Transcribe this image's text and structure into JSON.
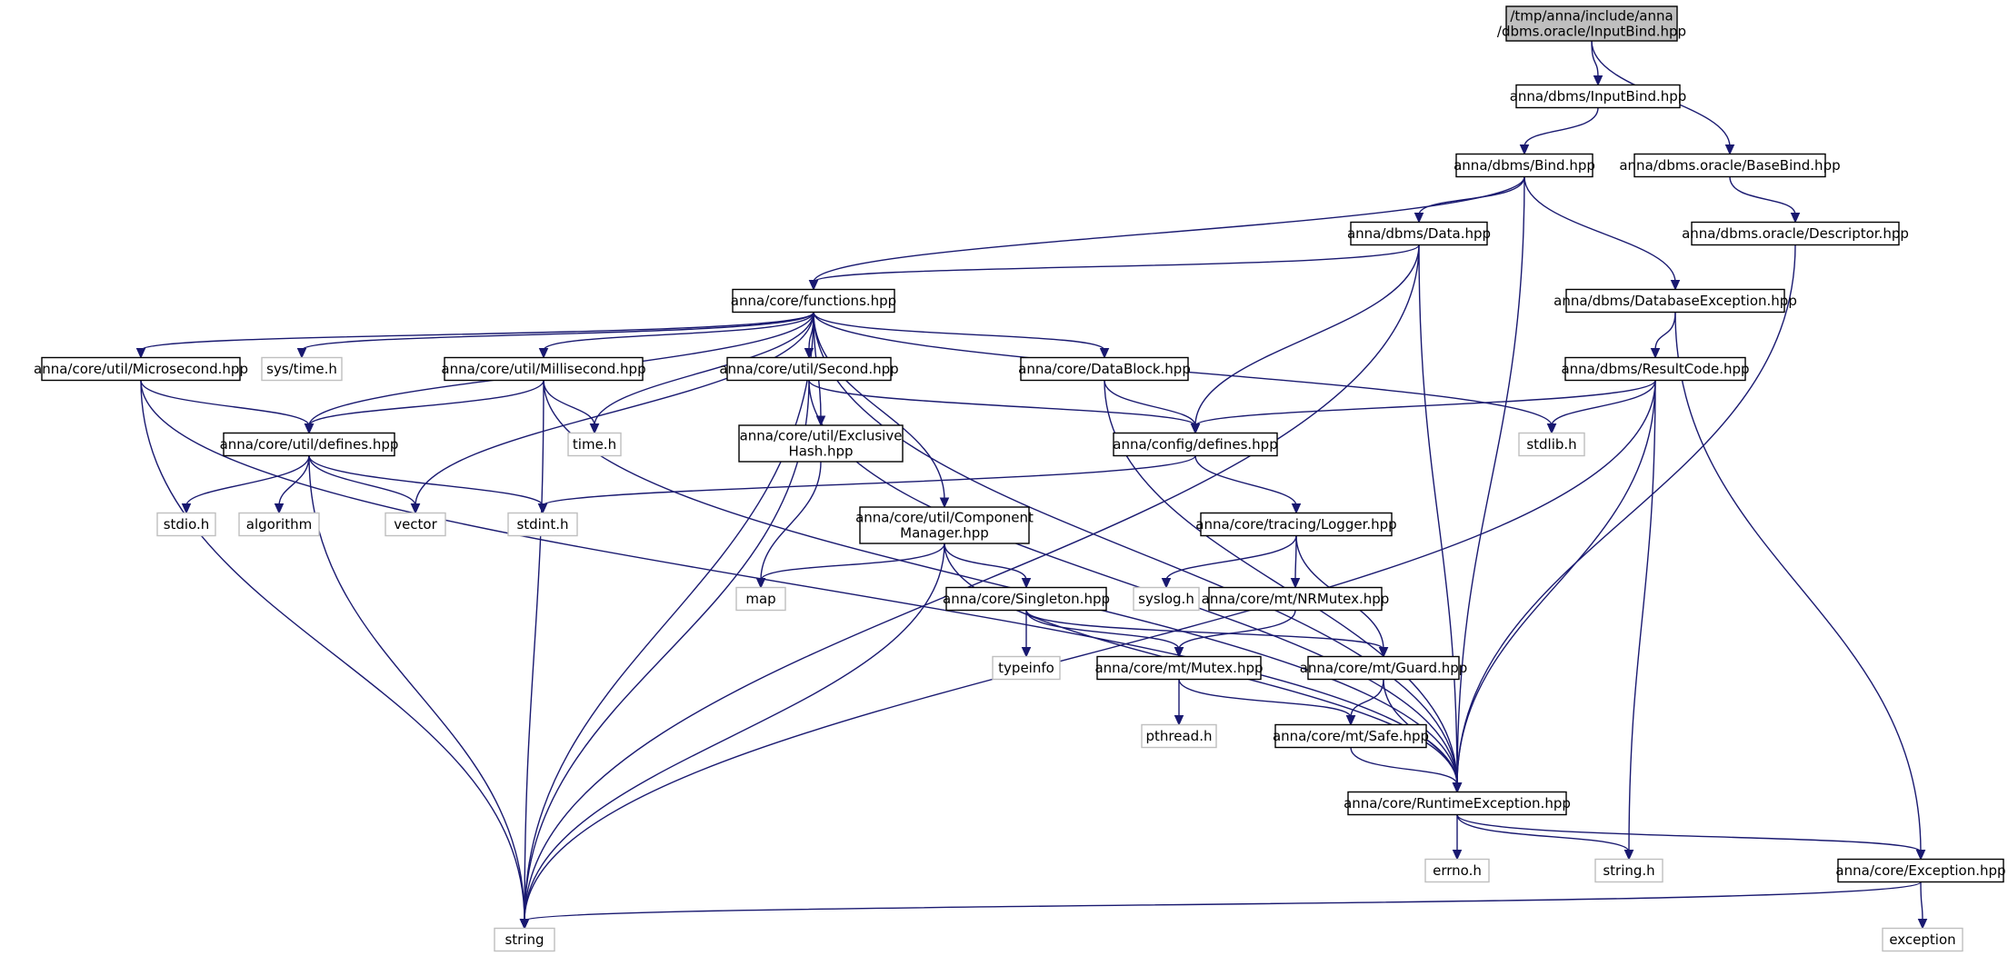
{
  "diagram": {
    "nodes": [
      {
        "id": "root",
        "label": "/tmp/anna/include/anna\n/dbms.oracle/InputBind.hpp",
        "kind": "root"
      },
      {
        "id": "dbms_inputbind",
        "label": "anna/dbms/InputBind.hpp",
        "kind": "file"
      },
      {
        "id": "dbms_bind",
        "label": "anna/dbms/Bind.hpp",
        "kind": "file"
      },
      {
        "id": "oracle_basebind",
        "label": "anna/dbms.oracle/BaseBind.hpp",
        "kind": "file"
      },
      {
        "id": "dbms_data",
        "label": "anna/dbms/Data.hpp",
        "kind": "file"
      },
      {
        "id": "oracle_descriptor",
        "label": "anna/dbms.oracle/Descriptor.hpp",
        "kind": "file"
      },
      {
        "id": "core_functions",
        "label": "anna/core/functions.hpp",
        "kind": "file"
      },
      {
        "id": "dbms_dbexception",
        "label": "anna/dbms/DatabaseException.hpp",
        "kind": "file"
      },
      {
        "id": "util_micro",
        "label": "anna/core/util/Microsecond.hpp",
        "kind": "file"
      },
      {
        "id": "sys_time",
        "label": "sys/time.h",
        "kind": "system"
      },
      {
        "id": "util_milli",
        "label": "anna/core/util/Millisecond.hpp",
        "kind": "file"
      },
      {
        "id": "util_second",
        "label": "anna/core/util/Second.hpp",
        "kind": "file"
      },
      {
        "id": "core_datablock",
        "label": "anna/core/DataBlock.hpp",
        "kind": "file"
      },
      {
        "id": "dbms_resultcode",
        "label": "anna/dbms/ResultCode.hpp",
        "kind": "file"
      },
      {
        "id": "util_defines",
        "label": "anna/core/util/defines.hpp",
        "kind": "file"
      },
      {
        "id": "time_h",
        "label": "time.h",
        "kind": "system"
      },
      {
        "id": "util_exhash",
        "label": "anna/core/util/Exclusive\nHash.hpp",
        "kind": "file"
      },
      {
        "id": "config_defines",
        "label": "anna/config/defines.hpp",
        "kind": "file"
      },
      {
        "id": "stdlib_h",
        "label": "stdlib.h",
        "kind": "system"
      },
      {
        "id": "stdio_h",
        "label": "stdio.h",
        "kind": "system"
      },
      {
        "id": "algorithm",
        "label": "algorithm",
        "kind": "system"
      },
      {
        "id": "vector",
        "label": "vector",
        "kind": "system"
      },
      {
        "id": "stdint_h",
        "label": "stdint.h",
        "kind": "system"
      },
      {
        "id": "util_compmgr",
        "label": "anna/core/util/Component\nManager.hpp",
        "kind": "file"
      },
      {
        "id": "tracing_logger",
        "label": "anna/core/tracing/Logger.hpp",
        "kind": "file"
      },
      {
        "id": "map",
        "label": "map",
        "kind": "system"
      },
      {
        "id": "core_singleton",
        "label": "anna/core/Singleton.hpp",
        "kind": "file"
      },
      {
        "id": "syslog_h",
        "label": "syslog.h",
        "kind": "system"
      },
      {
        "id": "mt_nrmutex",
        "label": "anna/core/mt/NRMutex.hpp",
        "kind": "file"
      },
      {
        "id": "typeinfo",
        "label": "typeinfo",
        "kind": "system"
      },
      {
        "id": "mt_mutex",
        "label": "anna/core/mt/Mutex.hpp",
        "kind": "file"
      },
      {
        "id": "mt_guard",
        "label": "anna/core/mt/Guard.hpp",
        "kind": "file"
      },
      {
        "id": "pthread_h",
        "label": "pthread.h",
        "kind": "system"
      },
      {
        "id": "mt_safe",
        "label": "anna/core/mt/Safe.hpp",
        "kind": "file"
      },
      {
        "id": "core_rtexception",
        "label": "anna/core/RuntimeException.hpp",
        "kind": "file"
      },
      {
        "id": "errno_h",
        "label": "errno.h",
        "kind": "system"
      },
      {
        "id": "string_h",
        "label": "string.h",
        "kind": "system"
      },
      {
        "id": "core_exception",
        "label": "anna/core/Exception.hpp",
        "kind": "file"
      },
      {
        "id": "string",
        "label": "string",
        "kind": "system"
      },
      {
        "id": "exception",
        "label": "exception",
        "kind": "system"
      }
    ],
    "edges": [
      [
        "root",
        "dbms_inputbind"
      ],
      [
        "root",
        "oracle_basebind"
      ],
      [
        "dbms_inputbind",
        "dbms_bind"
      ],
      [
        "dbms_bind",
        "core_functions"
      ],
      [
        "dbms_bind",
        "dbms_data"
      ],
      [
        "dbms_bind",
        "dbms_dbexception"
      ],
      [
        "dbms_bind",
        "core_rtexception"
      ],
      [
        "oracle_basebind",
        "oracle_descriptor"
      ],
      [
        "oracle_descriptor",
        "core_rtexception"
      ],
      [
        "dbms_data",
        "core_functions"
      ],
      [
        "dbms_data",
        "config_defines"
      ],
      [
        "dbms_data",
        "core_rtexception"
      ],
      [
        "dbms_data",
        "string"
      ],
      [
        "core_functions",
        "util_micro"
      ],
      [
        "core_functions",
        "sys_time"
      ],
      [
        "core_functions",
        "util_defines"
      ],
      [
        "core_functions",
        "util_milli"
      ],
      [
        "core_functions",
        "vector"
      ],
      [
        "core_functions",
        "time_h"
      ],
      [
        "core_functions",
        "util_second"
      ],
      [
        "core_functions",
        "util_exhash"
      ],
      [
        "core_functions",
        "util_compmgr"
      ],
      [
        "core_functions",
        "core_datablock"
      ],
      [
        "core_functions",
        "core_rtexception"
      ],
      [
        "core_functions",
        "stdlib_h"
      ],
      [
        "core_functions",
        "string"
      ],
      [
        "dbms_dbexception",
        "dbms_resultcode"
      ],
      [
        "dbms_dbexception",
        "core_exception"
      ],
      [
        "util_micro",
        "util_defines"
      ],
      [
        "util_micro",
        "core_rtexception"
      ],
      [
        "util_micro",
        "string"
      ],
      [
        "util_milli",
        "util_defines"
      ],
      [
        "util_milli",
        "time_h"
      ],
      [
        "util_milli",
        "core_rtexception"
      ],
      [
        "util_milli",
        "string"
      ],
      [
        "util_second",
        "config_defines"
      ],
      [
        "util_second",
        "core_rtexception"
      ],
      [
        "util_second",
        "string"
      ],
      [
        "core_datablock",
        "config_defines"
      ],
      [
        "core_datablock",
        "core_rtexception"
      ],
      [
        "dbms_resultcode",
        "config_defines"
      ],
      [
        "dbms_resultcode",
        "stdlib_h"
      ],
      [
        "dbms_resultcode",
        "core_rtexception"
      ],
      [
        "dbms_resultcode",
        "string_h"
      ],
      [
        "dbms_resultcode",
        "string"
      ],
      [
        "util_defines",
        "stdio_h"
      ],
      [
        "util_defines",
        "algorithm"
      ],
      [
        "util_defines",
        "vector"
      ],
      [
        "util_defines",
        "stdint_h"
      ],
      [
        "util_defines",
        "string"
      ],
      [
        "util_exhash",
        "map"
      ],
      [
        "config_defines",
        "stdint_h"
      ],
      [
        "config_defines",
        "tracing_logger"
      ],
      [
        "util_compmgr",
        "map"
      ],
      [
        "util_compmgr",
        "core_singleton"
      ],
      [
        "util_compmgr",
        "core_rtexception"
      ],
      [
        "util_compmgr",
        "string"
      ],
      [
        "tracing_logger",
        "syslog_h"
      ],
      [
        "tracing_logger",
        "mt_nrmutex"
      ],
      [
        "tracing_logger",
        "mt_guard"
      ],
      [
        "core_singleton",
        "typeinfo"
      ],
      [
        "core_singleton",
        "mt_mutex"
      ],
      [
        "core_singleton",
        "mt_guard"
      ],
      [
        "mt_nrmutex",
        "mt_mutex"
      ],
      [
        "mt_mutex",
        "pthread_h"
      ],
      [
        "mt_mutex",
        "mt_safe"
      ],
      [
        "mt_guard",
        "mt_safe"
      ],
      [
        "mt_guard",
        "core_rtexception"
      ],
      [
        "mt_safe",
        "core_rtexception"
      ],
      [
        "core_rtexception",
        "errno_h"
      ],
      [
        "core_rtexception",
        "string_h"
      ],
      [
        "core_rtexception",
        "core_exception"
      ],
      [
        "core_exception",
        "string"
      ],
      [
        "core_exception",
        "exception"
      ]
    ]
  }
}
